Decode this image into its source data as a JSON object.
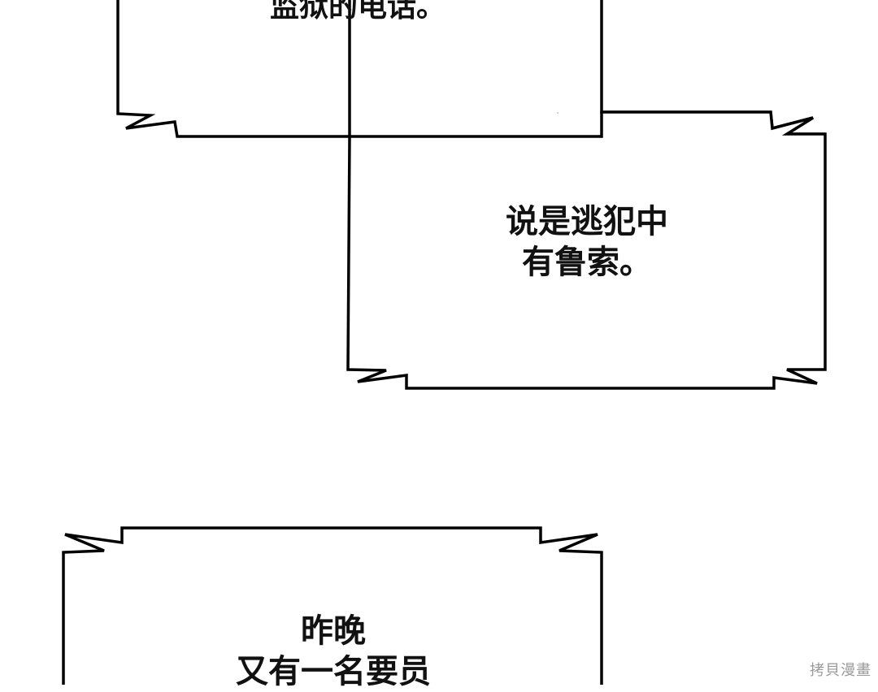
{
  "bubbles": [
    {
      "lines": [
        "监狱的电话。"
      ]
    },
    {
      "lines": [
        "说是逃犯中",
        "有鲁索。"
      ]
    },
    {
      "lines": [
        "昨晚",
        "又有一名要员"
      ]
    }
  ],
  "watermark": "拷貝漫畫",
  "colors": {
    "stroke": "#000000",
    "fill": "#ffffff",
    "text": "#111111",
    "watermark": "#9a9a9a"
  }
}
